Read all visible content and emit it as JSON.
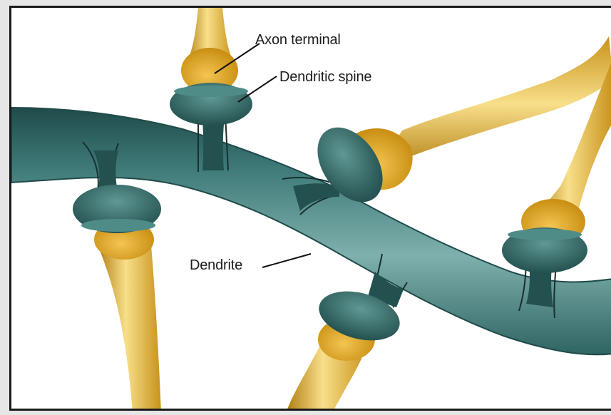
{
  "diagram": {
    "labels": {
      "axon_terminal": "Axon terminal",
      "dendritic_spine": "Dendritic spine",
      "dendrite": "Dendrite"
    },
    "colors": {
      "dendrite_main": "#3f7b79",
      "dendrite_dark": "#1f4b4a",
      "dendrite_light": "#7fb0ad",
      "axon_main": "#e8b435",
      "axon_dark": "#b07c10",
      "axon_light": "#f8df8a",
      "background": "#ffffff",
      "border": "#1a1a1a"
    }
  }
}
